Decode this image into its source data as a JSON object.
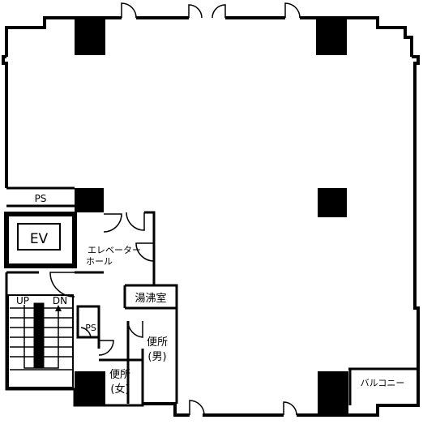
{
  "plan": {
    "rooms": {
      "ps_top": "PS",
      "ev": "EV",
      "elevator_hall_line1": "エレベーター",
      "elevator_hall_line2": "ホール",
      "kitchenette": "湯沸室",
      "ps_small": "PS",
      "restroom_men_line1": "便所",
      "restroom_men_line2": "(男)",
      "restroom_women_line1": "便所",
      "restroom_women_line2": "(女)",
      "balcony": "バルコニー"
    },
    "stairs": {
      "up": "UP",
      "down": "DN"
    }
  }
}
